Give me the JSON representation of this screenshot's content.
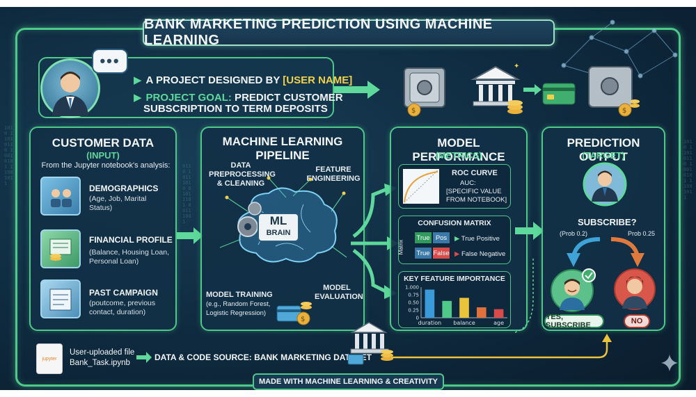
{
  "title": "BANK MARKETING PREDICTION USING MACHINE LEARNING",
  "header": {
    "bubble": "•••",
    "line1_prefix": "A PROJECT DESIGNED BY ",
    "line1_accent": "[USER NAME]",
    "line2_green": "PROJECT GOAL:",
    "line2_rest": " PREDICT CUSTOMER",
    "line3": "SUBSCRIPTION TO TERM DEPOSITS"
  },
  "customer_data": {
    "title": "CUSTOMER DATA",
    "subtitle": "(INPUT)",
    "intro": "From the Jupyter notebook's analysis:",
    "items": [
      {
        "title": "DEMOGRAPHICS",
        "desc1": "(Age, Job, Marital",
        "desc2": "Status)",
        "desc3": ""
      },
      {
        "title": "FINANCIAL PROFILE",
        "desc1": "(Balance, Housing Loan,",
        "desc2": "Personal Loan)",
        "desc3": ""
      },
      {
        "title": "PAST CAMPAIGN",
        "desc1": "(poutcome, previous",
        "desc2": "contact, duration)",
        "desc3": ""
      }
    ]
  },
  "pipeline": {
    "title1": "MACHINE LEARNING",
    "title2": "PIPELINE",
    "prep1": "DATA",
    "prep2": "PREPROCESSING",
    "prep3": "& CLEANING",
    "feat1": "FEATURE",
    "feat2": "ENGINEERING",
    "brain1": "ML",
    "brain2": "BRAIN",
    "train1": "MODEL TRAINING",
    "train2": "(e.g., Random Forest,",
    "train3": "Logistic Regression)",
    "eval1": "MODEL",
    "eval2": "EVALUATION"
  },
  "performance": {
    "title": "MODEL PERFORMANCE",
    "subtitle": "(METRICS)",
    "roc_title": "ROC CURVE",
    "roc_auc": "AUC:",
    "roc_val1": "[SPECIFIC VALUE",
    "roc_val2": "FROM NOTEBOOK]",
    "cm_title": "CONFUSION MATRIX",
    "cm_axis": "Matrix",
    "cm_cells": [
      "True",
      "Pos",
      "True",
      "False"
    ],
    "cm_legend1": "True Positive",
    "cm_legend2": "False Negative",
    "fi_title": "KEY FEATURE IMPORTANCE",
    "fi_ticks": [
      "1.000",
      "0.75",
      "0.50",
      "0.25",
      "0"
    ],
    "fi_labels": [
      "duration",
      "balance",
      "age"
    ]
  },
  "chart_data": {
    "type": "bar",
    "title": "KEY FEATURE IMPORTANCE",
    "categories": [
      "duration",
      "",
      "balance",
      "",
      "age"
    ],
    "values": [
      0.92,
      0.55,
      0.65,
      0.34,
      0.28
    ],
    "colors": [
      "#3a9bd8",
      "#4fc98a",
      "#e9c33c",
      "#e0713c",
      "#d94a4a"
    ],
    "ylim": [
      0,
      1
    ]
  },
  "prediction": {
    "title": "PREDICTION OUTPUT",
    "subtitle": "(TARGET)",
    "question": "SUBSCRIBE?",
    "prob_left": "(Prob 0.2)",
    "prob_right": "Prob 0.25",
    "yes": "YES, SUBSCRIBE",
    "no": "NO"
  },
  "source": {
    "jupyter": "jupyter",
    "file1": "User-uploaded file",
    "file2": "Bank_Task.ipynb",
    "text": "DATA & CODE SOURCE: BANK MARKETING DATASET"
  },
  "footer": "MADE WITH MACHINE LEARNING & CREATIVITY",
  "binary_strings": [
    "1010 1101 0110 1001 0101 1100 1011",
    "0110 1011 1010 0101 1101 0011 1001"
  ],
  "colors": {
    "accent": "#4fc98a",
    "highlight": "#f2d04a",
    "bg": "#0f2a3f"
  }
}
